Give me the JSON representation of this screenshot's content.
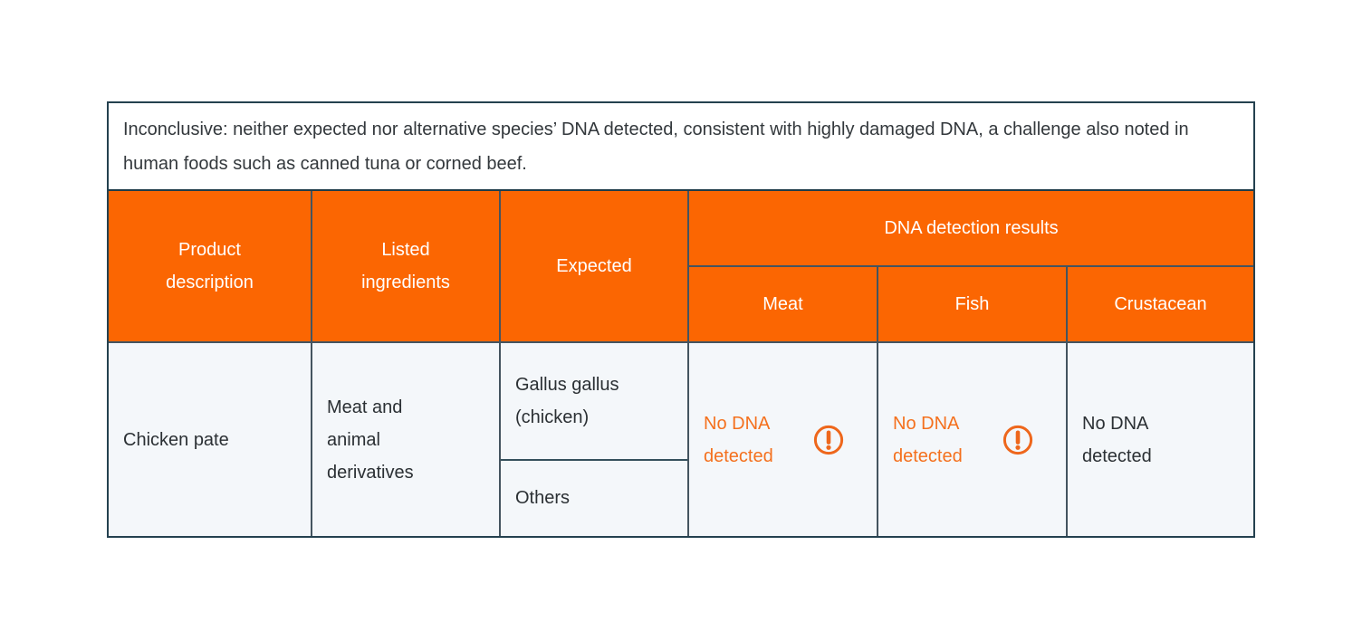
{
  "note": {
    "text": "Inconclusive: neither expected nor alternative species’ DNA detected, consistent with highly damaged DNA, a challenge also noted in human foods such as canned tuna or corned beef."
  },
  "table": {
    "columns": {
      "product": "Product description",
      "ingredients": "Listed ingredients",
      "expected": "Expected",
      "dna_group": "DNA detection results",
      "meat": "Meat",
      "fish": "Fish",
      "crustacean": "Crustacean"
    },
    "row": {
      "product": "Chicken pate",
      "ingredients": "Meat and animal derivatives",
      "expected_primary": "Gallus gallus (chicken)",
      "expected_secondary": "Others",
      "results": {
        "meat": {
          "text": "No DNA detected",
          "status": "warning",
          "icon": "alert-circle-icon"
        },
        "fish": {
          "text": "No DNA detected",
          "status": "warning",
          "icon": "alert-circle-icon"
        },
        "crustacean": {
          "text": "No DNA detected",
          "status": "neutral"
        }
      }
    }
  },
  "colors": {
    "header_bg": "#FB6602",
    "header_text": "#FFFFFF",
    "warning_orange": "#F4701D",
    "icon_orange": "#EE671C",
    "body_bg": "#F4F7FA",
    "body_text": "#2B3034",
    "border_inner": "#44545F",
    "border_outer": "#24414F",
    "page_bg": "#FFFFFF"
  },
  "chart_data": {
    "type": "table",
    "title": "DNA detection results",
    "note": "Inconclusive: neither expected nor alternative species’ DNA detected, consistent with highly damaged DNA, a challenge also noted in human foods such as canned tuna or corned beef.",
    "columns": [
      "Product description",
      "Listed ingredients",
      "Expected",
      "DNA detection results — Meat",
      "DNA detection results — Fish",
      "DNA detection results — Crustacean"
    ],
    "rows": [
      [
        "Chicken pate",
        "Meat and animal derivatives",
        "Gallus gallus (chicken) / Others",
        "No DNA detected (warning)",
        "No DNA detected (warning)",
        "No DNA detected"
      ]
    ]
  }
}
